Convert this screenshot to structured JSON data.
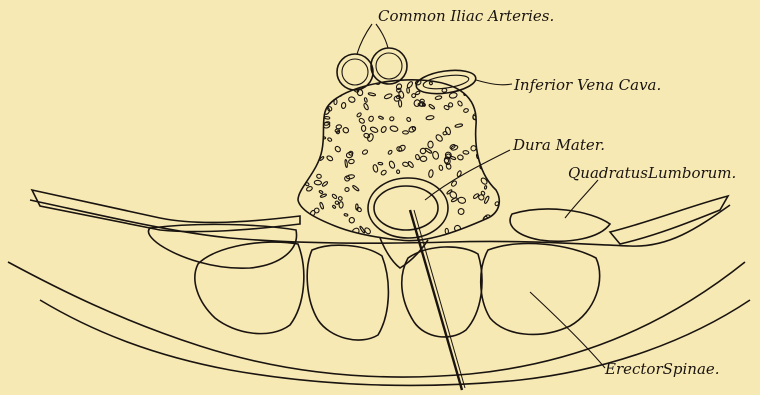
{
  "diagram": {
    "background": "#f7e9b4",
    "ink": "#1a1410",
    "labels": {
      "common_iliac": "Common Iliac Arteries.",
      "vena_cava": "Inferior Vena Cava.",
      "dura_mater": "Dura Mater.",
      "quadratus": "QuadratusLumborum.",
      "erector": "ErectorSpinae."
    }
  }
}
